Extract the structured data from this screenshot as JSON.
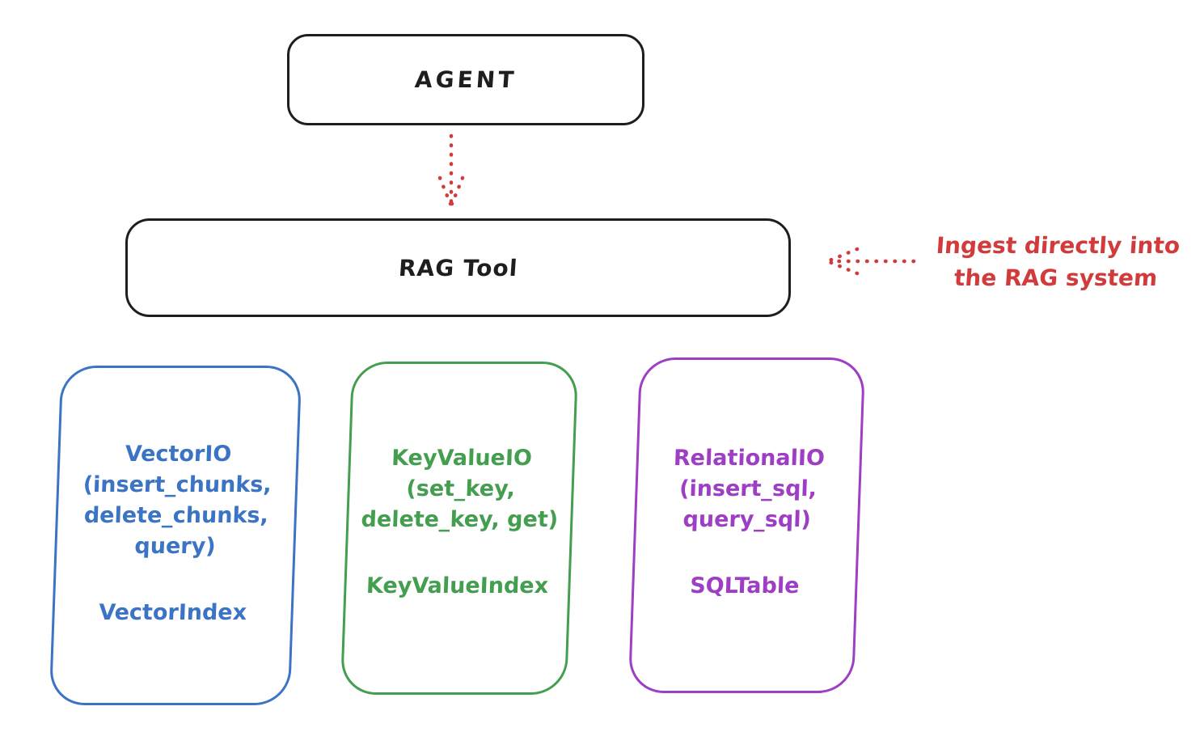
{
  "diagram": {
    "agent_box": {
      "label": "AGENT"
    },
    "rag_tool_box": {
      "label": "RAG Tool"
    },
    "annotation": {
      "line1": "Ingest directly into",
      "line2": "the RAG system",
      "color": "#d23b3b"
    },
    "storage_boxes": [
      {
        "id": "vector-io",
        "color": "#3b74c4",
        "lines": [
          "VectorIO",
          "(insert_chunks,",
          "delete_chunks,",
          "query)"
        ],
        "index_label": "VectorIndex"
      },
      {
        "id": "keyvalue-io",
        "color": "#449e4f",
        "lines": [
          "KeyValueIO",
          "(set_key,",
          "delete_key, get)"
        ],
        "index_label": "KeyValueIndex"
      },
      {
        "id": "relational-io",
        "color": "#9d3ec4",
        "lines": [
          "RelationalIO",
          "(insert_sql,",
          "query_sql)"
        ],
        "index_label": "SQLTable"
      }
    ],
    "colors": {
      "stroke": "#1e1e1e",
      "red": "#d23b3b",
      "background": "#ffffff"
    }
  }
}
